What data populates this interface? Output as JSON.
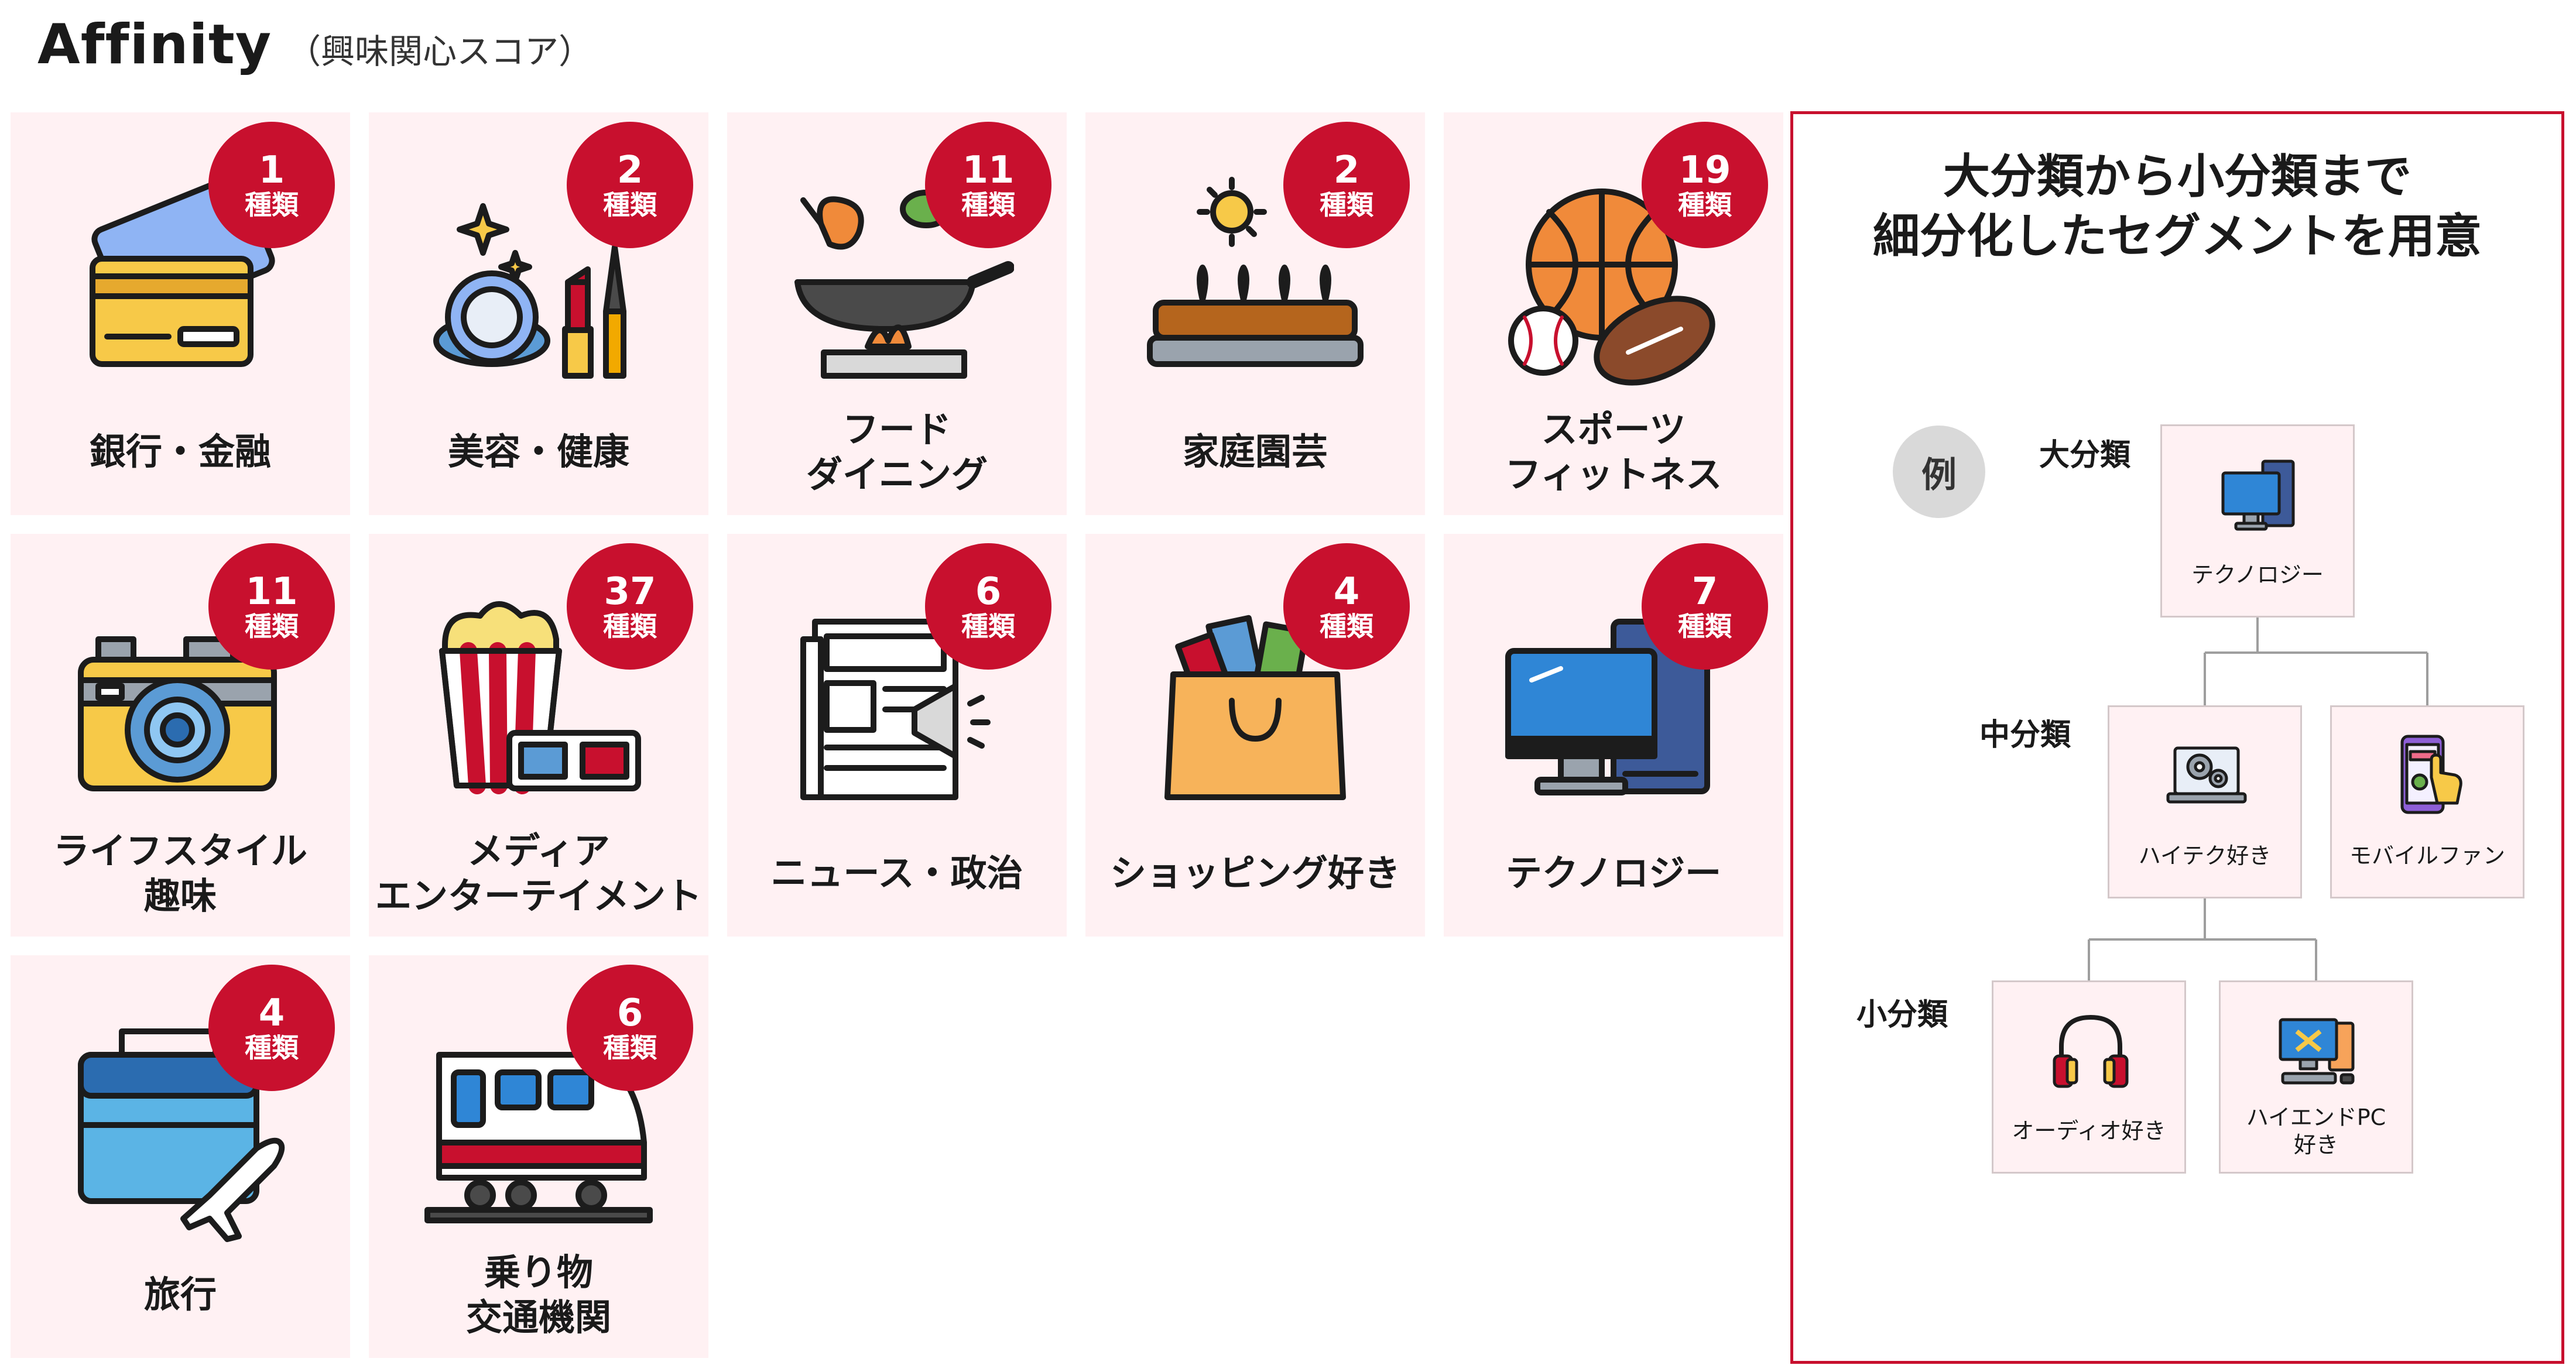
{
  "header": {
    "title": "Affinity",
    "subtitle": "（興味関心スコア）"
  },
  "categories": [
    {
      "label_lines": [
        "銀行・金融"
      ],
      "count": "1",
      "unit": "種類",
      "icon": "credit-card-icon"
    },
    {
      "label_lines": [
        "美容・健康"
      ],
      "count": "2",
      "unit": "種類",
      "icon": "cosmetics-icon"
    },
    {
      "label_lines": [
        "フード",
        "ダイニング"
      ],
      "count": "11",
      "unit": "種類",
      "icon": "cooking-pan-icon"
    },
    {
      "label_lines": [
        "家庭園芸"
      ],
      "count": "2",
      "unit": "種類",
      "icon": "garden-planter-icon"
    },
    {
      "label_lines": [
        "スポーツ",
        "フィットネス"
      ],
      "count": "19",
      "unit": "種類",
      "icon": "sports-balls-icon"
    },
    {
      "label_lines": [
        "ライフスタイル",
        "趣味"
      ],
      "count": "11",
      "unit": "種類",
      "icon": "camera-icon"
    },
    {
      "label_lines": [
        "メディア",
        "エンターテイメント"
      ],
      "count": "37",
      "unit": "種類",
      "icon": "popcorn-3d-glasses-icon"
    },
    {
      "label_lines": [
        "ニュース・政治"
      ],
      "count": "6",
      "unit": "種類",
      "icon": "newspaper-megaphone-icon"
    },
    {
      "label_lines": [
        "ショッピング好き"
      ],
      "count": "4",
      "unit": "種類",
      "icon": "shopping-bag-icon"
    },
    {
      "label_lines": [
        "テクノロジー"
      ],
      "count": "7",
      "unit": "種類",
      "icon": "desktop-computer-icon"
    },
    {
      "label_lines": [
        "旅行"
      ],
      "count": "4",
      "unit": "種類",
      "icon": "luggage-airplane-icon"
    },
    {
      "label_lines": [
        "乗り物",
        "交通機関"
      ],
      "count": "6",
      "unit": "種類",
      "icon": "train-icon"
    }
  ],
  "panel": {
    "title_lines": [
      "大分類から小分類まで",
      "細分化したセグメントを用意"
    ],
    "example_label": "例",
    "levels": {
      "large": "大分類",
      "medium": "中分類",
      "small": "小分類"
    },
    "tree": {
      "large": {
        "caption_lines": [
          "テクノロジー"
        ],
        "icon": "computer-icon"
      },
      "medium": [
        {
          "caption_lines": [
            "ハイテク好き"
          ],
          "icon": "laptop-gears-icon"
        },
        {
          "caption_lines": [
            "モバイルファン"
          ],
          "icon": "smartphone-tap-icon"
        }
      ],
      "small": [
        {
          "caption_lines": [
            "オーディオ好き"
          ],
          "icon": "headphones-icon"
        },
        {
          "caption_lines": [
            "ハイエンドPC",
            "好き"
          ],
          "icon": "gaming-pc-icon"
        }
      ]
    }
  },
  "colors": {
    "accent": "#c8102e",
    "card_bg": "#fff1f3",
    "example_badge": "#d9d9d9"
  }
}
